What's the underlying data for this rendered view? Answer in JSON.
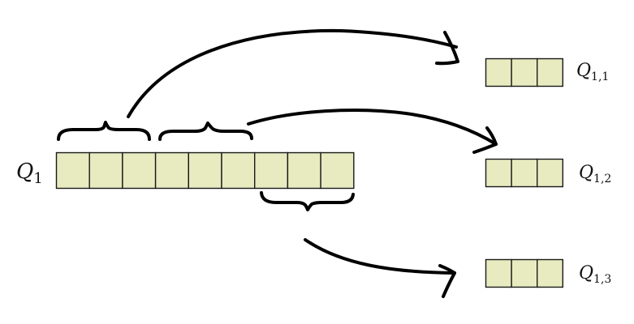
{
  "main_queue": {
    "label": "Q",
    "subscript": "1",
    "cell_count": 9,
    "cell_color": "#e8ebbf"
  },
  "sub_queues": [
    {
      "label": "Q",
      "subscript": "1,1",
      "cell_count": 3
    },
    {
      "label": "Q",
      "subscript": "1,2",
      "cell_count": 3
    },
    {
      "label": "Q",
      "subscript": "1,3",
      "cell_count": 3
    }
  ],
  "icons": {
    "brace": "curly-brace-icon",
    "arrow": "hand-drawn-arrow-icon"
  }
}
